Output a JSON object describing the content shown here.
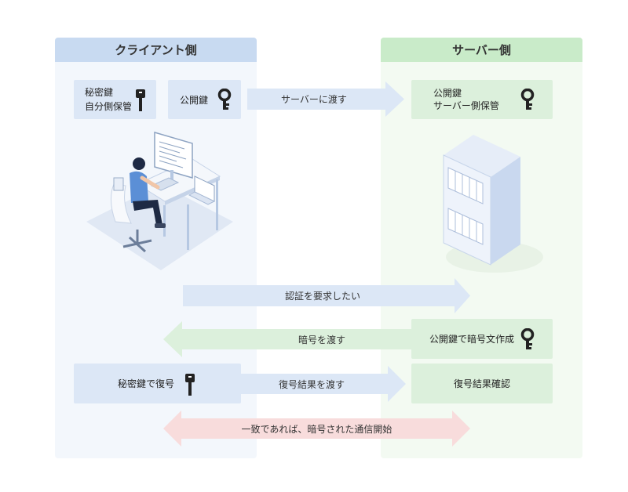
{
  "client": {
    "title": "クライアント側"
  },
  "server": {
    "title": "サーバー側"
  },
  "boxes": {
    "private_key_line1": "秘密鍵",
    "private_key_line2": "自分側保管",
    "public_key": "公開鍵",
    "server_key_line1": "公開鍵",
    "server_key_line2": "サーバー側保管",
    "encrypt": "公開鍵で暗号文作成",
    "decrypt": "秘密鍵で復号",
    "confirm": "復号結果確認"
  },
  "arrows": {
    "send_to_server": "サーバーに渡す",
    "request_auth": "認証を要求したい",
    "send_cipher": "暗号を渡す",
    "send_result": "復号結果を渡す",
    "start_comm": "一致であれば、暗号された通信開始"
  },
  "colors": {
    "client_head": "#c8daf1",
    "client_bg": "#f3f7fc",
    "server_head": "#c9ebc9",
    "server_bg": "#f3faf2",
    "blue_box": "#dce7f6",
    "green_box": "#dcf0dc",
    "pink_arrow": "#f8dcdc"
  }
}
